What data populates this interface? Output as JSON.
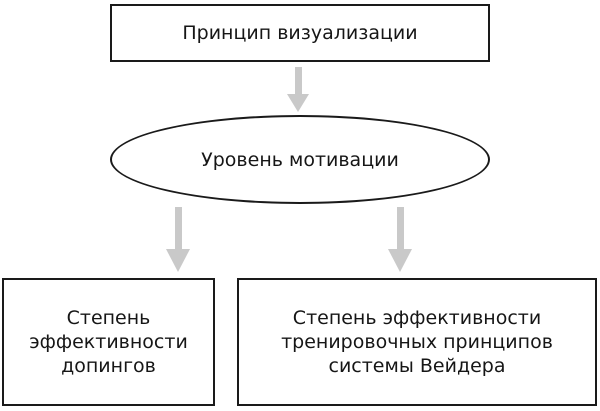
{
  "colors": {
    "background": "#ffffff",
    "shape_border": "#1a1a1a",
    "text": "#161616",
    "arrow": "#c9c9c9"
  },
  "diagram": {
    "top_box": {
      "label": "Принцип визуализации"
    },
    "motivation_ellipse": {
      "label": "Уровень мотивации"
    },
    "left_box": {
      "lines": [
        "Степень",
        "эффективности",
        "допингов"
      ]
    },
    "right_box": {
      "lines": [
        "Степень эффективности",
        "тренировочных принципов",
        "системы Вейдера"
      ]
    }
  }
}
